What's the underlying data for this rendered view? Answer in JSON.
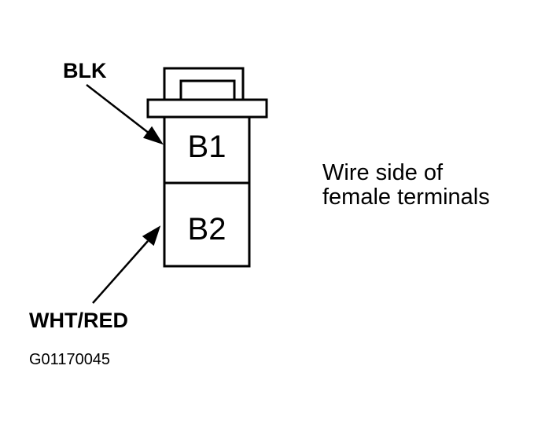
{
  "connector": {
    "terminals": [
      {
        "id": "B1",
        "wire_color": "BLK"
      },
      {
        "id": "B2",
        "wire_color": "WHT/RED"
      }
    ]
  },
  "labels": {
    "top_wire": "BLK",
    "bottom_wire": "WHT/RED",
    "caption_line1": "Wire side of",
    "caption_line2": "female terminals",
    "figure_id": "G01170045"
  },
  "colors": {
    "line": "#000000",
    "background": "#ffffff"
  }
}
